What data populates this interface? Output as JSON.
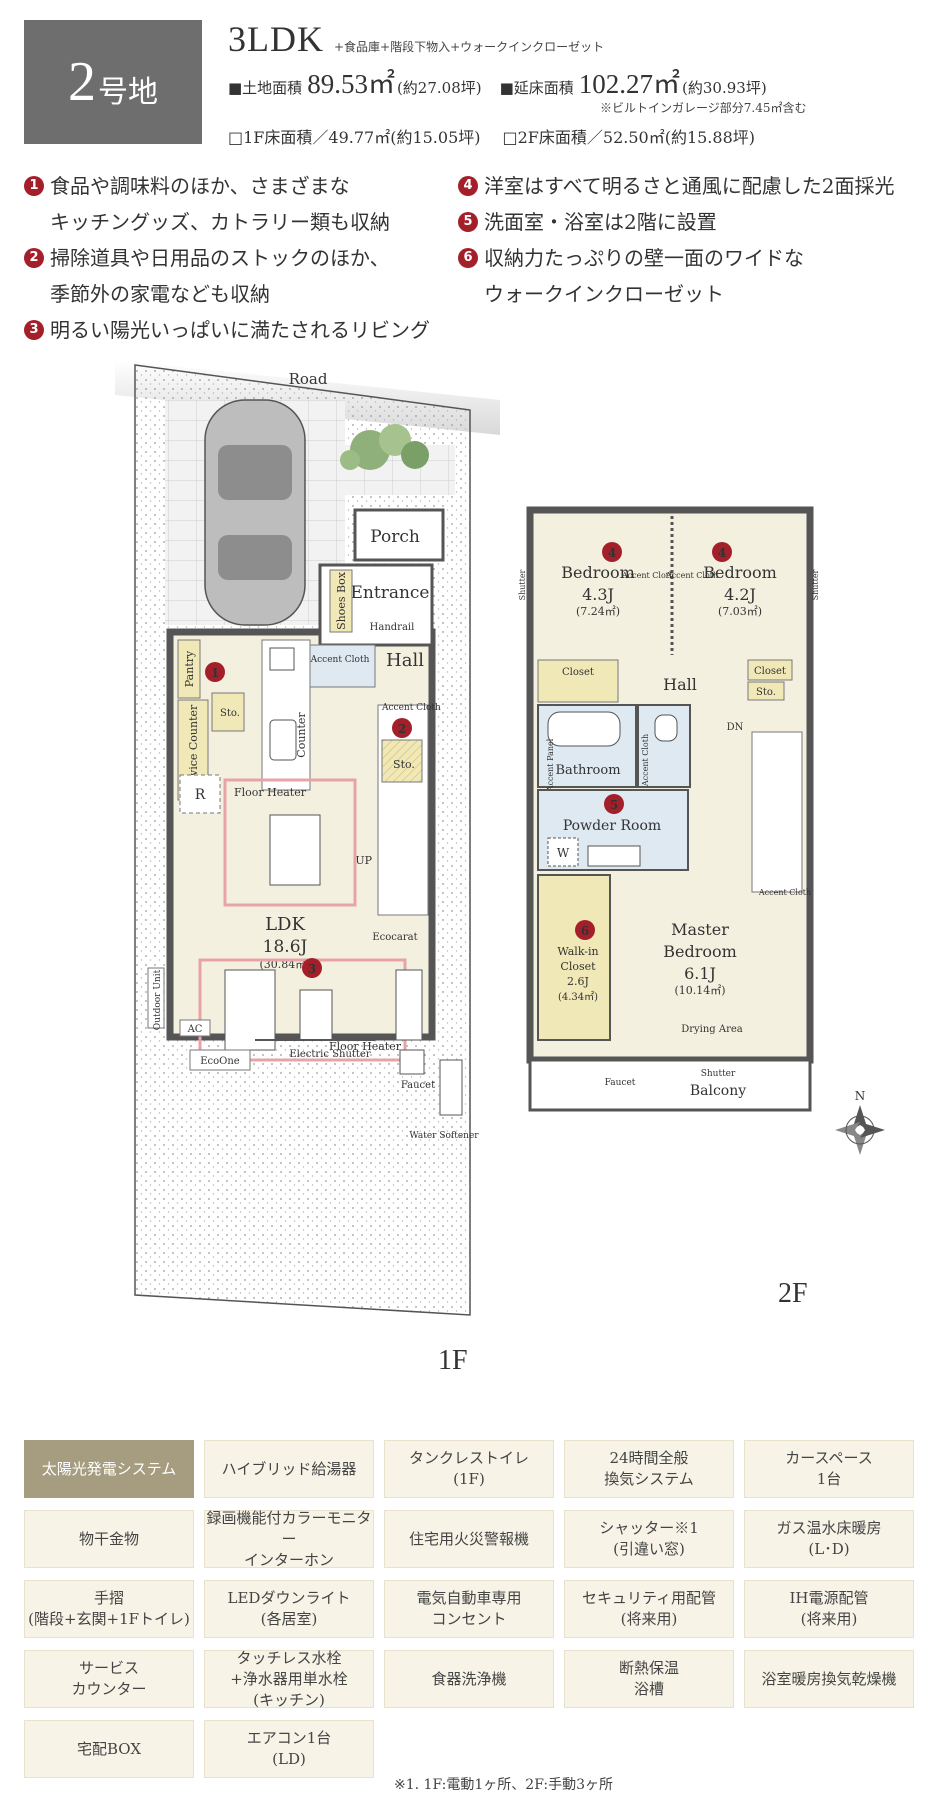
{
  "header": {
    "lot_number": "2",
    "lot_suffix": "号地",
    "plan_type": "3LDK",
    "plan_extra": "+食品庫+階段下物入+ウォークインクローゼット",
    "land_label": "■土地面積",
    "land_area": "89.53㎡",
    "land_tsubo": "(約27.08坪)",
    "floor_label": "■延床面積",
    "floor_area": "102.27㎡",
    "floor_tsubo": "(約30.93坪)",
    "garage_note": "※ビルトインガレージ部分7.45㎡含む",
    "f1_area": "□1F床面積／49.77㎡(約15.05坪)",
    "f2_area": "□2F床面積／52.50㎡(約15.88坪)"
  },
  "features": [
    {
      "num": "1",
      "text": "食品や調味料のほか、さまざまな\nキッチングッズ、カトラリー類も収納"
    },
    {
      "num": "2",
      "text": "掃除道具や日用品のストックのほか、\n季節外の家電なども収納"
    },
    {
      "num": "3",
      "text": "明るい陽光いっぱいに満たされるリビング"
    },
    {
      "num": "4",
      "text": "洋室はすべて明るさと通風に配慮した2面採光"
    },
    {
      "num": "5",
      "text": "洗面室・浴室は2階に設置"
    },
    {
      "num": "6",
      "text": "収納力たっぷりの壁一面のワイドな\nウォークインクローゼット"
    }
  ],
  "floor1": {
    "road": "Road",
    "porch": "Porch",
    "entrance": "Entrance",
    "shoes_box": "Shoes Box",
    "handrail": "Handrail",
    "hall": "Hall",
    "accent_cloth": "Accent Cloth",
    "pantry": "Pantry",
    "service_counter": "Service Counter",
    "sto": "Sto.",
    "counter": "Counter",
    "r": "R",
    "floor_heater": "Floor Heater",
    "ldk": "LDK",
    "ldk_size": "18.6J",
    "ldk_area": "(30.84㎡)",
    "up": "UP",
    "ecocarat": "Ecocarat",
    "outdoor_unit": "Outdoor Unit",
    "ac": "AC",
    "ecoone": "EcoOne",
    "electric_shutter": "Electric Shutter",
    "faucet": "Faucet",
    "water_softener": "Water Softener",
    "floor_label": "1F"
  },
  "floor2": {
    "shutter": "Shutter",
    "bedroom": "Bedroom",
    "bedroom_a_size": "4.3J",
    "bedroom_a_area": "(7.24㎡)",
    "bedroom_b_size": "4.2J",
    "bedroom_b_area": "(7.03㎡)",
    "accent_cloth": "Accent Cloth",
    "closet": "Closet",
    "hall": "Hall",
    "sto": "Sto.",
    "dn": "DN",
    "accent_panel": "Accent Panel",
    "bathroom": "Bathroom",
    "powder_room": "Powder Room",
    "w": "W",
    "walk_in": "Walk-in",
    "walk_in_closet": "Closet",
    "walk_in_size": "2.6J",
    "walk_in_area": "(4.34㎡)",
    "master": "Master",
    "master_bedroom": "Bedroom",
    "master_size": "6.1J",
    "master_area": "(10.14㎡)",
    "drying_area": "Drying Area",
    "faucet": "Faucet",
    "balcony": "Balcony",
    "compass": "N",
    "floor_label": "2F"
  },
  "equipment": [
    {
      "label": "太陽光発電システム",
      "active": true
    },
    {
      "label": "ハイブリッド給湯器",
      "active": false
    },
    {
      "label": "タンクレストイレ\n(1F)",
      "active": false
    },
    {
      "label": "24時間全般\n換気システム",
      "active": false
    },
    {
      "label": "カースペース\n1台",
      "active": false
    },
    {
      "label": "物干金物",
      "active": false
    },
    {
      "label": "録画機能付カラーモニター\nインターホン",
      "active": false
    },
    {
      "label": "住宅用火災警報機",
      "active": false
    },
    {
      "label": "シャッター※1\n(引違い窓)",
      "active": false
    },
    {
      "label": "ガス温水床暖房\n(L･D)",
      "active": false
    },
    {
      "label": "手摺\n(階段+玄関+1Fトイレ)",
      "active": false
    },
    {
      "label": "LEDダウンライト\n(各居室)",
      "active": false
    },
    {
      "label": "電気自動車専用\nコンセント",
      "active": false
    },
    {
      "label": "セキュリティ用配管\n(将来用)",
      "active": false
    },
    {
      "label": "IH電源配管\n(将来用)",
      "active": false
    },
    {
      "label": "サービス\nカウンター",
      "active": false
    },
    {
      "label": "タッチレス水栓\n+浄水器用単水栓\n(キッチン)",
      "active": false
    },
    {
      "label": "食器洗浄機",
      "active": false
    },
    {
      "label": "断熱保温\n浴槽",
      "active": false
    },
    {
      "label": "浴室暖房換気乾燥機",
      "active": false
    },
    {
      "label": "宅配BOX",
      "active": false
    },
    {
      "label": "エアコン1台\n(LD)",
      "active": false
    }
  ],
  "equipment_note": "※1. 1F:電動1ヶ所、2F:手動3ヶ所",
  "colors": {
    "badge": "#6f6e6e",
    "accent_red": "#a3202b",
    "equip_cell": "#f7f3e7",
    "equip_active": "#a69c7f",
    "room_fill": "#f4f0e0",
    "wet_fill": "#dfe9f1",
    "storage_fill": "#f1e8b8"
  }
}
